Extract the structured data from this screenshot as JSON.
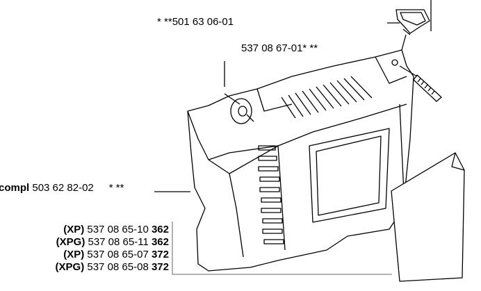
{
  "labels": {
    "funnel": {
      "prefix": "* **",
      "part": "501 63 06-01"
    },
    "washer": {
      "part": "537 08 67-01",
      "suffix": "* **"
    },
    "cover": {
      "name": "compl",
      "part": "503 62 82-02",
      "suffix": "* **"
    },
    "variants": [
      {
        "model": "(XP)",
        "part": "537 08 65-10",
        "size": "362"
      },
      {
        "model": "(XPG)",
        "part": "537 08 65-11",
        "size": "362"
      },
      {
        "model": "(XP)",
        "part": "537 08 65-07",
        "size": "372"
      },
      {
        "model": "(XPG)",
        "part": "537 08 65-08",
        "size": "372"
      }
    ]
  }
}
